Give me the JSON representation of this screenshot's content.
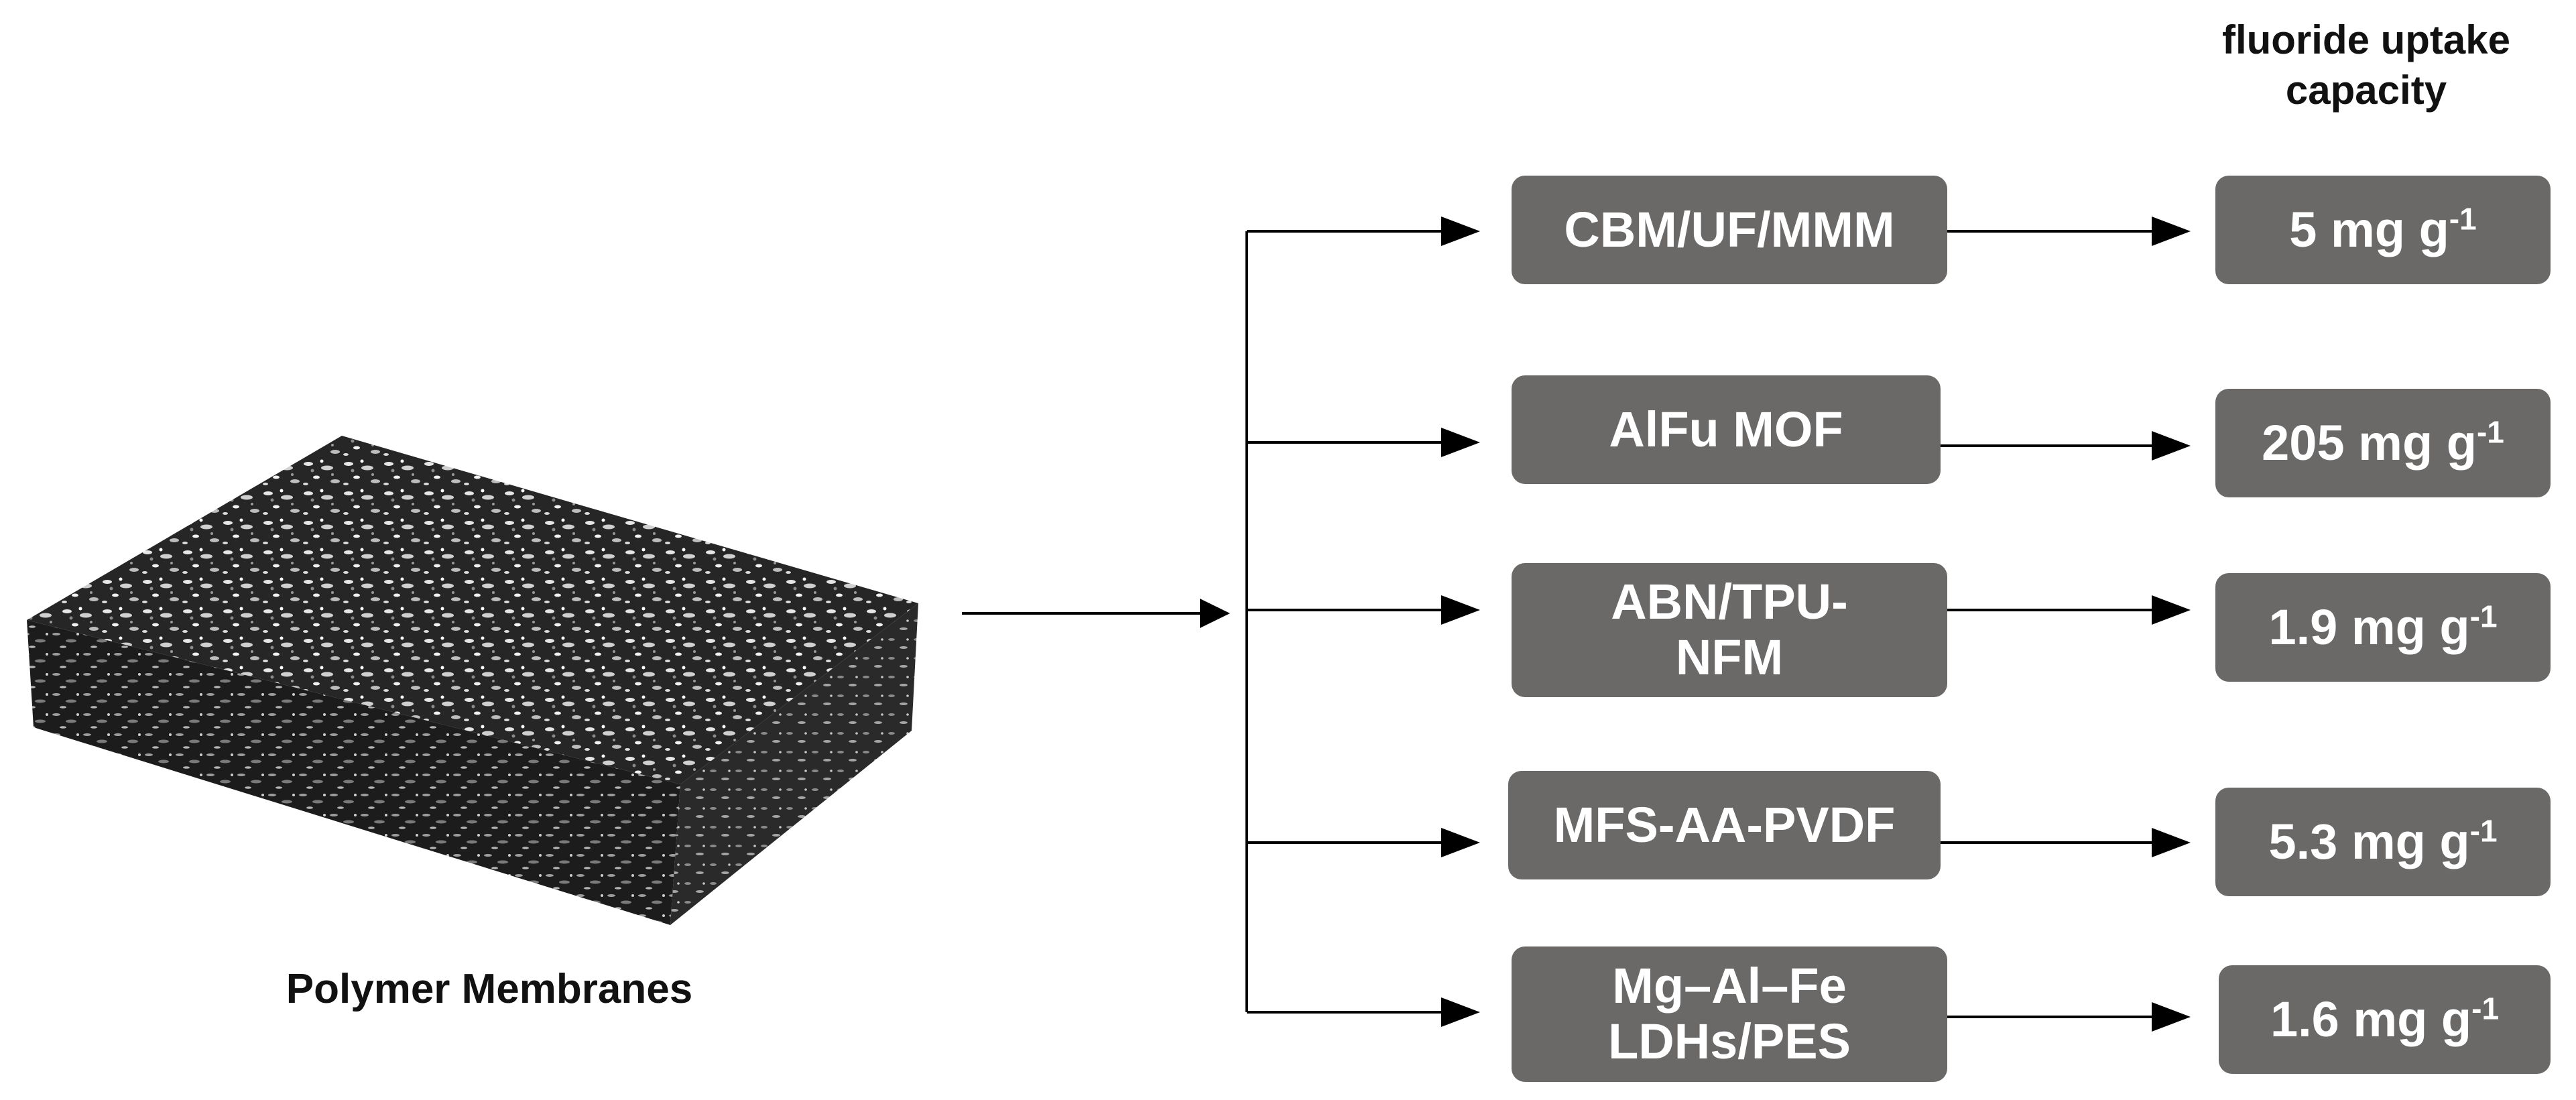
{
  "header": {
    "line1": "fluoride uptake",
    "line2": "capacity"
  },
  "source": {
    "label": "Polymer Membranes",
    "image": "membrane-texture-image"
  },
  "membranes": [
    {
      "name_line1": "CBM/UF/MMM",
      "name_line2": "",
      "capacity_value": "5 mg g",
      "capacity_exp": "-1"
    },
    {
      "name_line1": "AlFu MOF",
      "name_line2": "",
      "capacity_value": "205 mg g",
      "capacity_exp": "-1"
    },
    {
      "name_line1": "ABN/TPU-",
      "name_line2": "NFM",
      "capacity_value": "1.9 mg g",
      "capacity_exp": "-1"
    },
    {
      "name_line1": "MFS-AA-PVDF",
      "name_line2": "",
      "capacity_value": "5.3 mg g",
      "capacity_exp": "-1"
    },
    {
      "name_line1": "Mg–Al–Fe",
      "name_line2": "LDHs/PES",
      "capacity_value": "1.6 mg g",
      "capacity_exp": "-1"
    }
  ],
  "colors": {
    "box_fill": "#6b6968",
    "box_text": "#ffffff",
    "arrow": "#000000"
  }
}
